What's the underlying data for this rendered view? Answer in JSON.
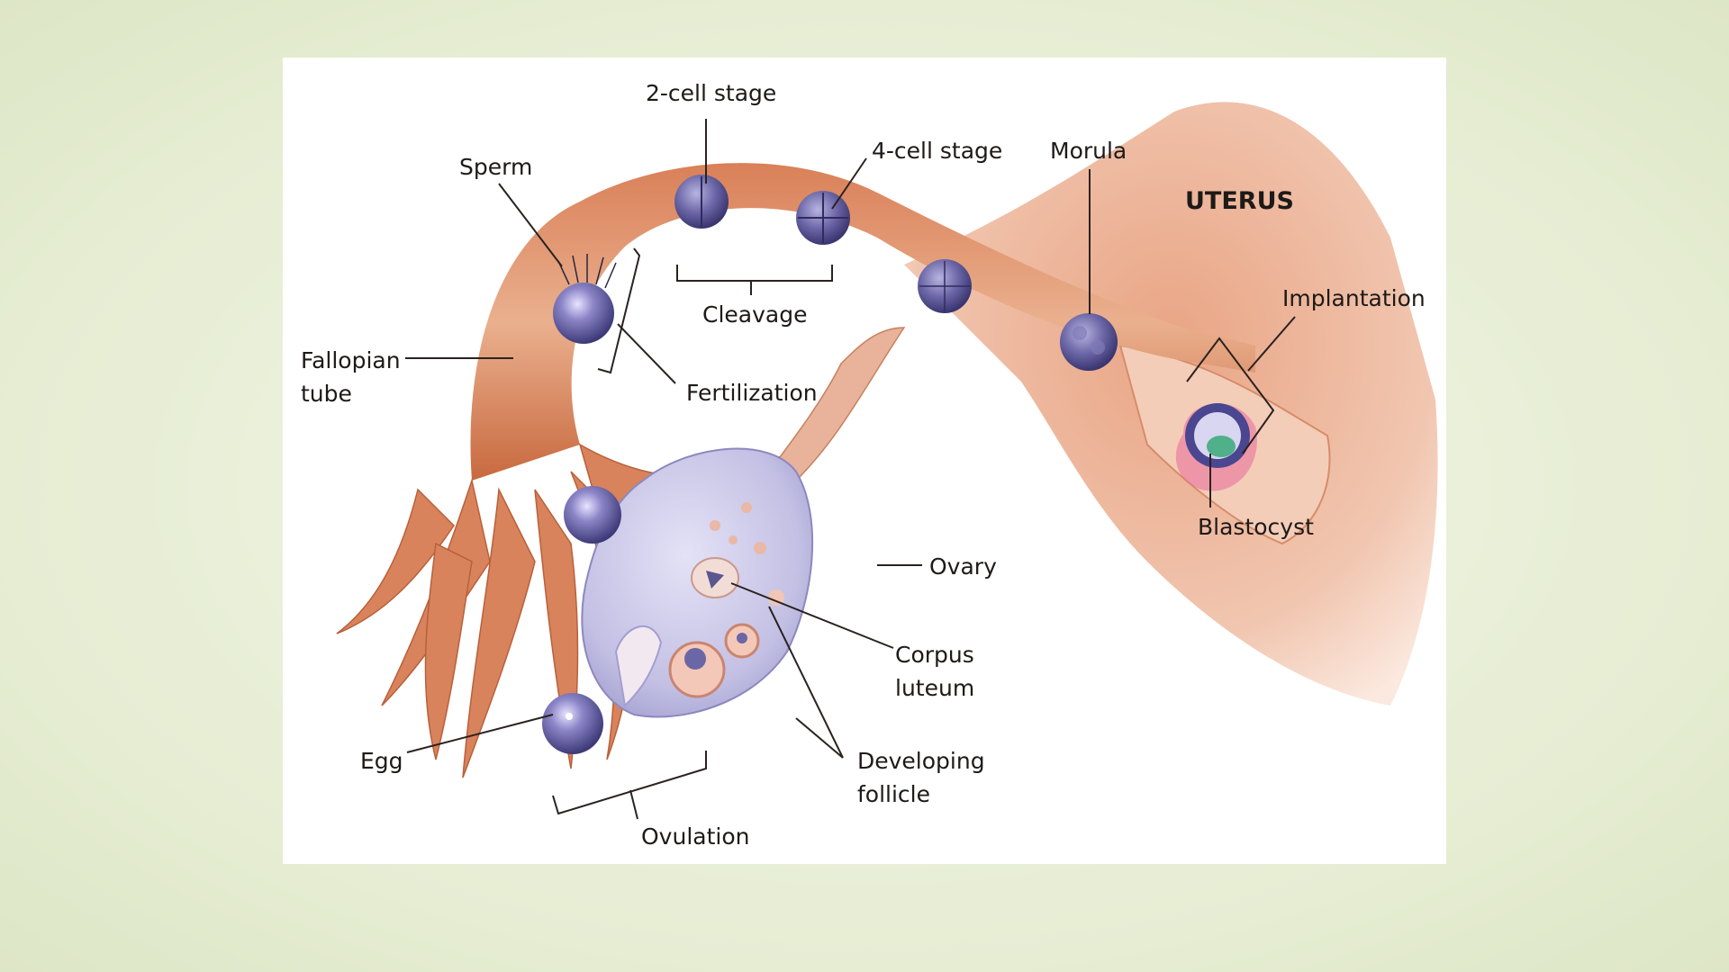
{
  "figure": {
    "labels": {
      "two_cell_stage": "2-cell stage",
      "four_cell_stage": "4-cell stage",
      "morula": "Morula",
      "uterus": "UTERUS",
      "sperm": "Sperm",
      "cleavage": "Cleavage",
      "implantation": "Implantation",
      "fallopian_tube_line1": "Fallopian",
      "fallopian_tube_line2": "tube",
      "fertilization": "Fertilization",
      "blastocyst": "Blastocyst",
      "ovary": "Ovary",
      "corpus_luteum_line1": "Corpus",
      "corpus_luteum_line2": "luteum",
      "egg": "Egg",
      "developing_follicle_line1": "Developing",
      "developing_follicle_line2": "follicle",
      "ovulation": "Ovulation"
    },
    "colors": {
      "tube": "#e3a07c",
      "tube_dark": "#c46e4a",
      "uterus": "#eab79c",
      "ovary": "#c9c6e6",
      "cell": "#5a5690",
      "blastocyst_inner": "#4fb08a"
    }
  }
}
